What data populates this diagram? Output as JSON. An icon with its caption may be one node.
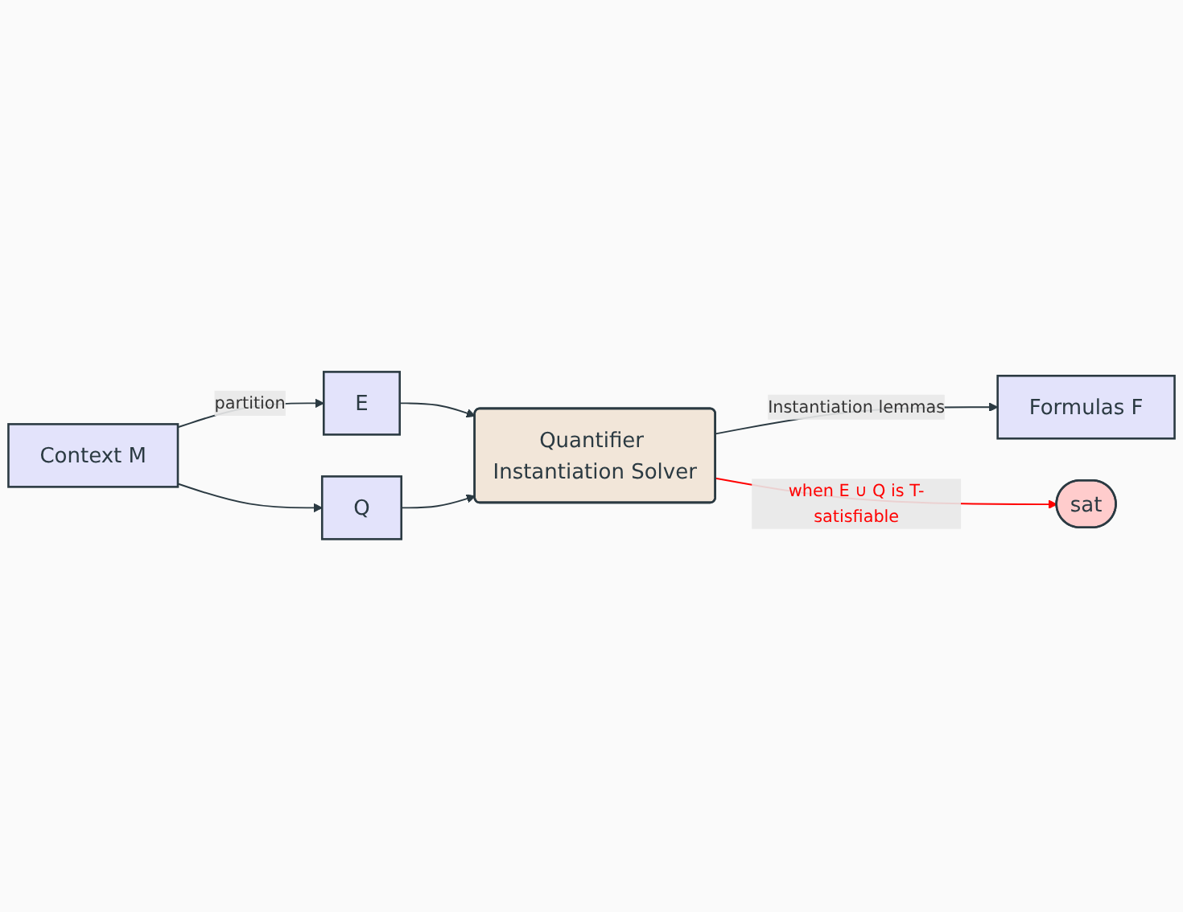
{
  "diagram": {
    "nodes": [
      {
        "text": [
          "Formulas F"
        ]
      },
      {
        "text": [
          "Context M"
        ]
      },
      {
        "text": [
          "E"
        ]
      },
      {
        "text": [
          "Q"
        ]
      },
      {
        "text": [
          "Quantifier Instantiation Solver"
        ]
      },
      {
        "text": [
          "sat"
        ]
      }
    ],
    "edges": [
      {
        "from": 4,
        "to": 0,
        "arrow": "to",
        "label": "Instantiation lemmas"
      },
      {
        "from": 1,
        "to": 2,
        "arrow": "to",
        "label": "partition"
      },
      {
        "from": 1,
        "to": 3,
        "arrow": "to"
      },
      {
        "from": 2,
        "to": 4,
        "arrow": "to"
      },
      {
        "from": 3,
        "to": 4,
        "arrow": "to"
      },
      {
        "from": 4,
        "to": 5,
        "arrow": "to",
        "label": "when E ∪ Q is T-satisfiable",
        "color": "#ff0000"
      }
    ]
  }
}
